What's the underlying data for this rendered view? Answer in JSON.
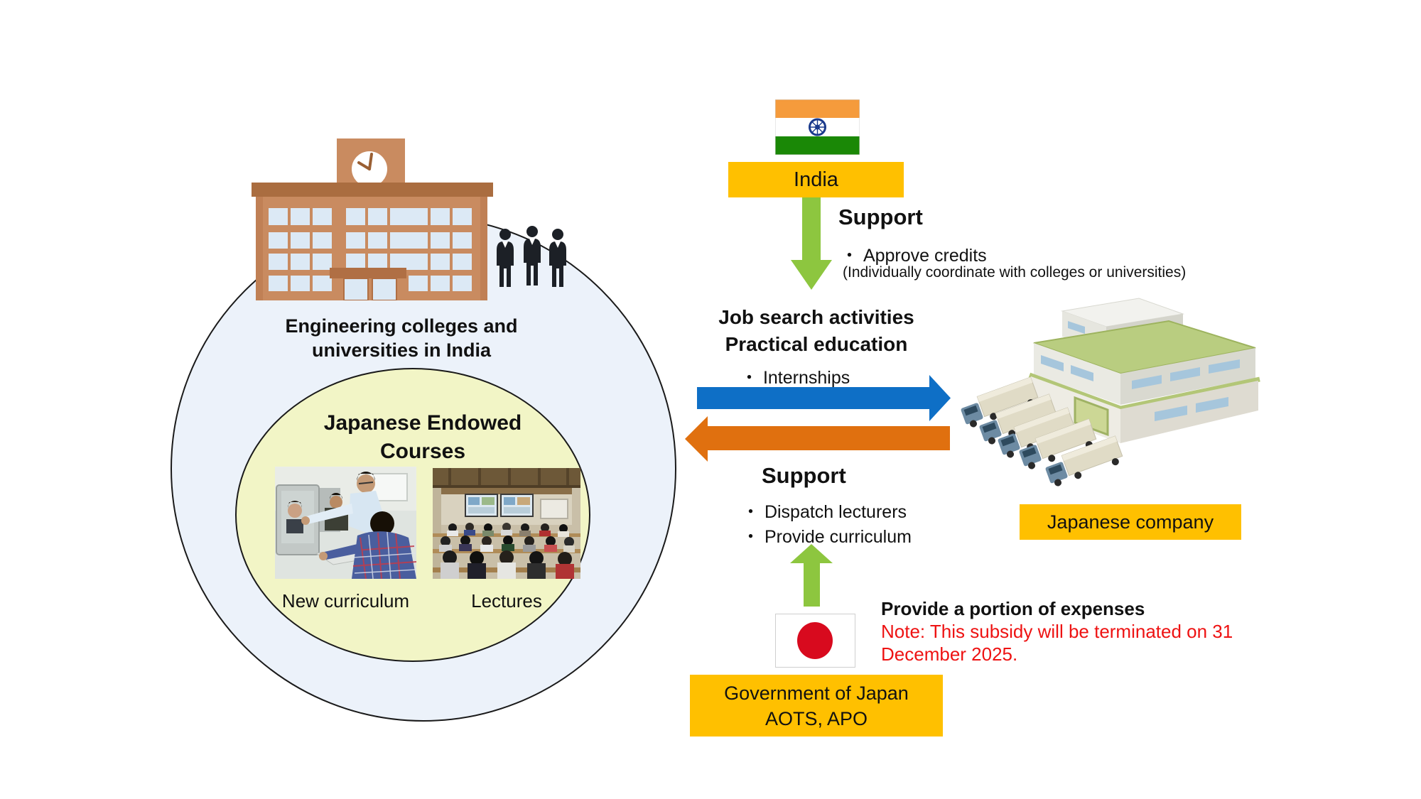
{
  "colors": {
    "box_yellow": "#FFC000",
    "arrow_blue": "#0E6FC6",
    "arrow_orange": "#E0700F",
    "arrow_green": "#8DC63F",
    "note_red": "#EE1212",
    "circle_fill": "#ECF2FA",
    "ellipse_fill": "#F2F5C6",
    "india_flag_saffron": "#F59B3C",
    "india_flag_green": "#1A8806",
    "japan_flag_red": "#D80A1E"
  },
  "college_circle": {
    "label_line1": "Engineering colleges and",
    "label_line2": "universities in India",
    "endowed_line1": "Japanese Endowed",
    "endowed_line2": "Courses",
    "captions": [
      "New curriculum",
      "Lectures"
    ]
  },
  "india": {
    "label": "India"
  },
  "support_from_india": {
    "title": "Support",
    "item": "・ Approve credits",
    "note": "(Individually coordinate with colleges or universities)"
  },
  "exchange": {
    "heading_line1": "Job search activities",
    "heading_line2": "Practical education",
    "item": "・ Internships"
  },
  "support_to_india": {
    "title": "Support",
    "items": [
      "・ Dispatch lecturers",
      "・ Provide curriculum"
    ]
  },
  "japan": {
    "expenses_title": "Provide a portion of expenses",
    "note_line1": "Note: This subsidy will be terminated on 31",
    "note_line2": "December 2025.",
    "government_line1": "Government of Japan",
    "government_line2": "AOTS, APO"
  },
  "company": {
    "label": "Japanese company"
  }
}
